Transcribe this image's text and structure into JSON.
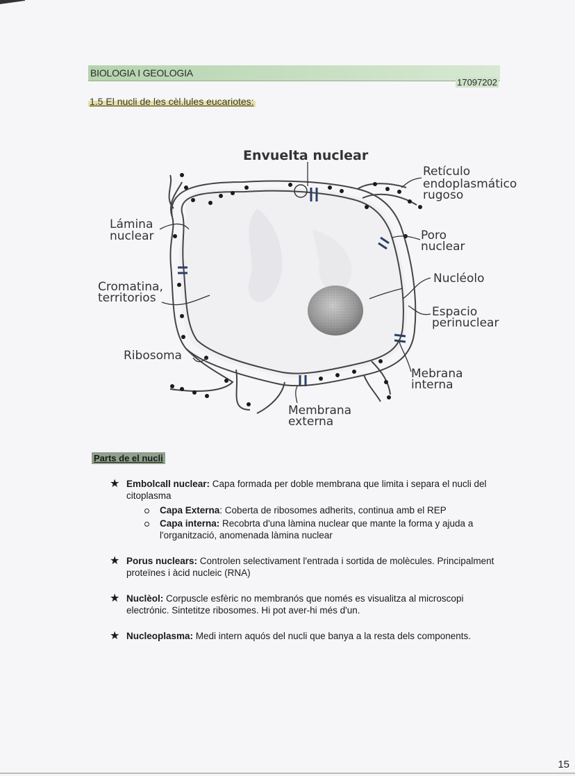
{
  "header": {
    "subject": "BIOLOGIA I GEOLOGIA",
    "date": "17097202"
  },
  "section_title": "1.5 El nucli de les  cèl.lules eucariotes:",
  "diagram": {
    "title": "Envuelta  nuclear",
    "labels": {
      "reticulo": [
        "Retículo",
        "endoplasmático",
        "rugoso"
      ],
      "lamina": [
        "Lámina",
        "nuclear"
      ],
      "poro": [
        "Poro",
        "nuclear"
      ],
      "cromatina": [
        "Cromatina,",
        "territorios"
      ],
      "nucleolo": "Nucléolo",
      "espacio": [
        "Espacio",
        "perinuclear"
      ],
      "ribosoma": "Ribosoma",
      "mebrana_interna": [
        "Mebrana",
        "interna"
      ],
      "membrana_externa": [
        "Membrana",
        "externa"
      ]
    }
  },
  "parts": {
    "title": "Parts de el nucli",
    "items": [
      {
        "term": "Embolcall nuclear:",
        "text": " Capa formada per doble membrana que limita i separa el nucli del citoplasma",
        "subs": [
          {
            "term": "Capa Externa",
            "text": ": Coberta de ribosomes adherits, continua amb el REP"
          },
          {
            "term": "Capa interna:",
            "text": " Recobrta d'una làmina nuclear que mante la forma y ajuda a l'organització, anomenada làmina nuclear"
          }
        ]
      },
      {
        "term": "Porus nuclears:",
        "text": " Controlen selectivament l'entrada i sortida de molècules. Principalment proteïnes i àcid nucleic (RNA)"
      },
      {
        "term": "Nuclèol:",
        "text": " Corpuscle esfèric no membranós que només es visualitza al microscopi electrónic. Sintetitze ribosomes. Hi pot aver-hi més d'un."
      },
      {
        "term": "Nucleoplasma:",
        "text": " Medi intern aquós del nucli que banya a la resta dels components."
      }
    ]
  },
  "page_number": "15"
}
